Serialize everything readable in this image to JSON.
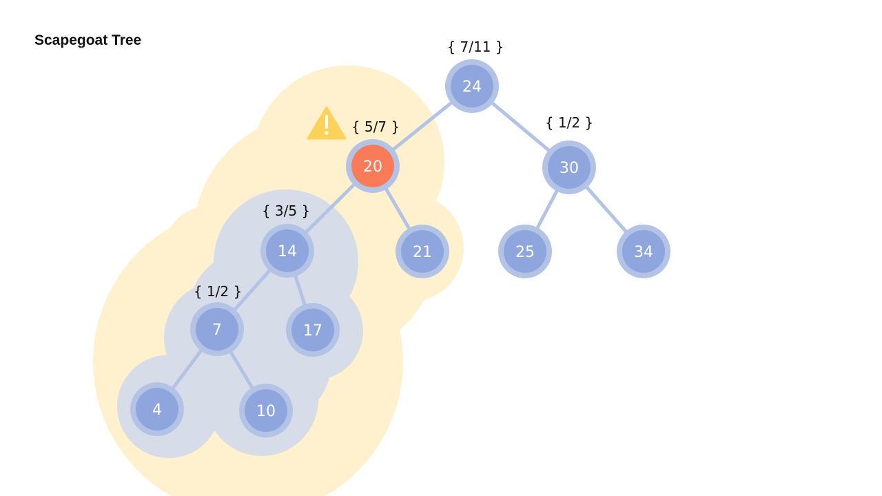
{
  "title": "Scapegoat Tree",
  "colors": {
    "background": "#ffffff",
    "edge": "#b3c3e6",
    "node_ring": "#b3c3e6",
    "node_fill": "#8ea6dd",
    "scapegoat_fill": "#f97b57",
    "node_text": "#ffffff",
    "ratio_text": "#111111",
    "outer_region": "#fff1cd",
    "inner_region": "#d6dce8",
    "warning": "#fcd25a"
  },
  "nodes": [
    {
      "id": "24",
      "label": "24",
      "ratio": "{ 7/11 }",
      "scapegoat": false
    },
    {
      "id": "20",
      "label": "20",
      "ratio": "{ 5/7 }",
      "scapegoat": true,
      "icon": "warning-icon"
    },
    {
      "id": "30",
      "label": "30",
      "ratio": "{ 1/2 }",
      "scapegoat": false
    },
    {
      "id": "14",
      "label": "14",
      "ratio": "{ 3/5 }",
      "scapegoat": false
    },
    {
      "id": "21",
      "label": "21",
      "ratio": "",
      "scapegoat": false
    },
    {
      "id": "25",
      "label": "25",
      "ratio": "",
      "scapegoat": false
    },
    {
      "id": "34",
      "label": "34",
      "ratio": "",
      "scapegoat": false
    },
    {
      "id": "7",
      "label": "7",
      "ratio": "{ 1/2 }",
      "scapegoat": false
    },
    {
      "id": "17",
      "label": "17",
      "ratio": "",
      "scapegoat": false
    },
    {
      "id": "4",
      "label": "4",
      "ratio": "",
      "scapegoat": false
    },
    {
      "id": "10",
      "label": "10",
      "ratio": "",
      "scapegoat": false
    }
  ],
  "edges": [
    [
      "24",
      "20"
    ],
    [
      "24",
      "30"
    ],
    [
      "20",
      "14"
    ],
    [
      "20",
      "21"
    ],
    [
      "30",
      "25"
    ],
    [
      "30",
      "34"
    ],
    [
      "14",
      "7"
    ],
    [
      "14",
      "17"
    ],
    [
      "7",
      "4"
    ],
    [
      "7",
      "10"
    ]
  ]
}
